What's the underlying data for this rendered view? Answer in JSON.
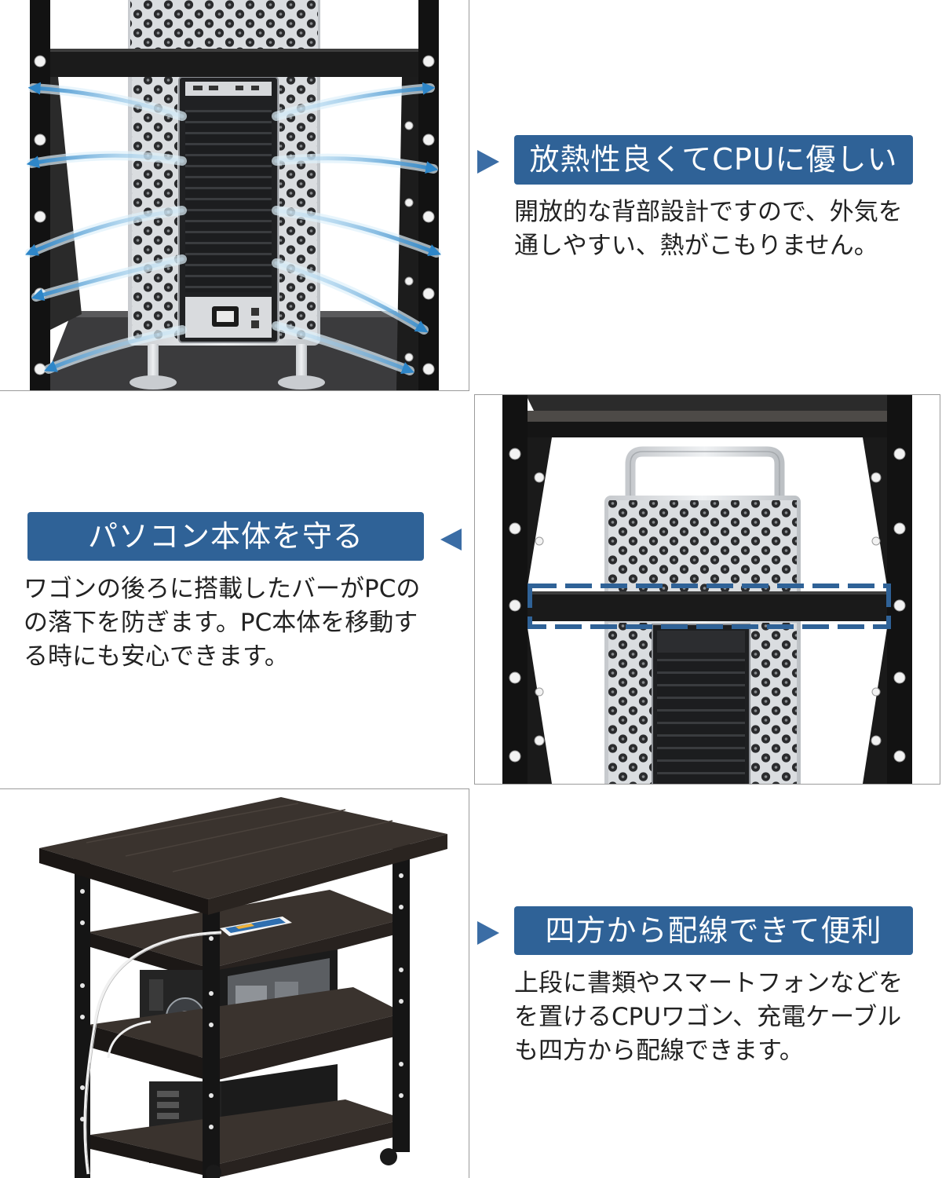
{
  "colors": {
    "banner": "#2f6297",
    "marker": "#3b6da5",
    "highlight_dash": "#2f6297",
    "airflow": "#2e86c8",
    "text": "#222222"
  },
  "features": [
    {
      "marker_icon": "triangle-right-icon",
      "title": "放熱性良くてCPUに優しい",
      "lines": [
        "開放的な背部設計ですので、外気を",
        "通しやすい、熱がこもりません。"
      ]
    },
    {
      "marker_icon": "triangle-left-icon",
      "title": "パソコン本体を守る",
      "lines": [
        "ワゴンの後ろに搭載したバーがPCの",
        "の落下を防ぎます。PC本体を移動す",
        "る時にも安心できます。"
      ]
    },
    {
      "marker_icon": "triangle-right-icon",
      "title": "四方から配線できて便利",
      "lines": [
        "上段に書類やスマートフォンなどを",
        "を置けるCPUワゴン、充電ケーブル",
        "も四方から配線できます。"
      ]
    }
  ]
}
